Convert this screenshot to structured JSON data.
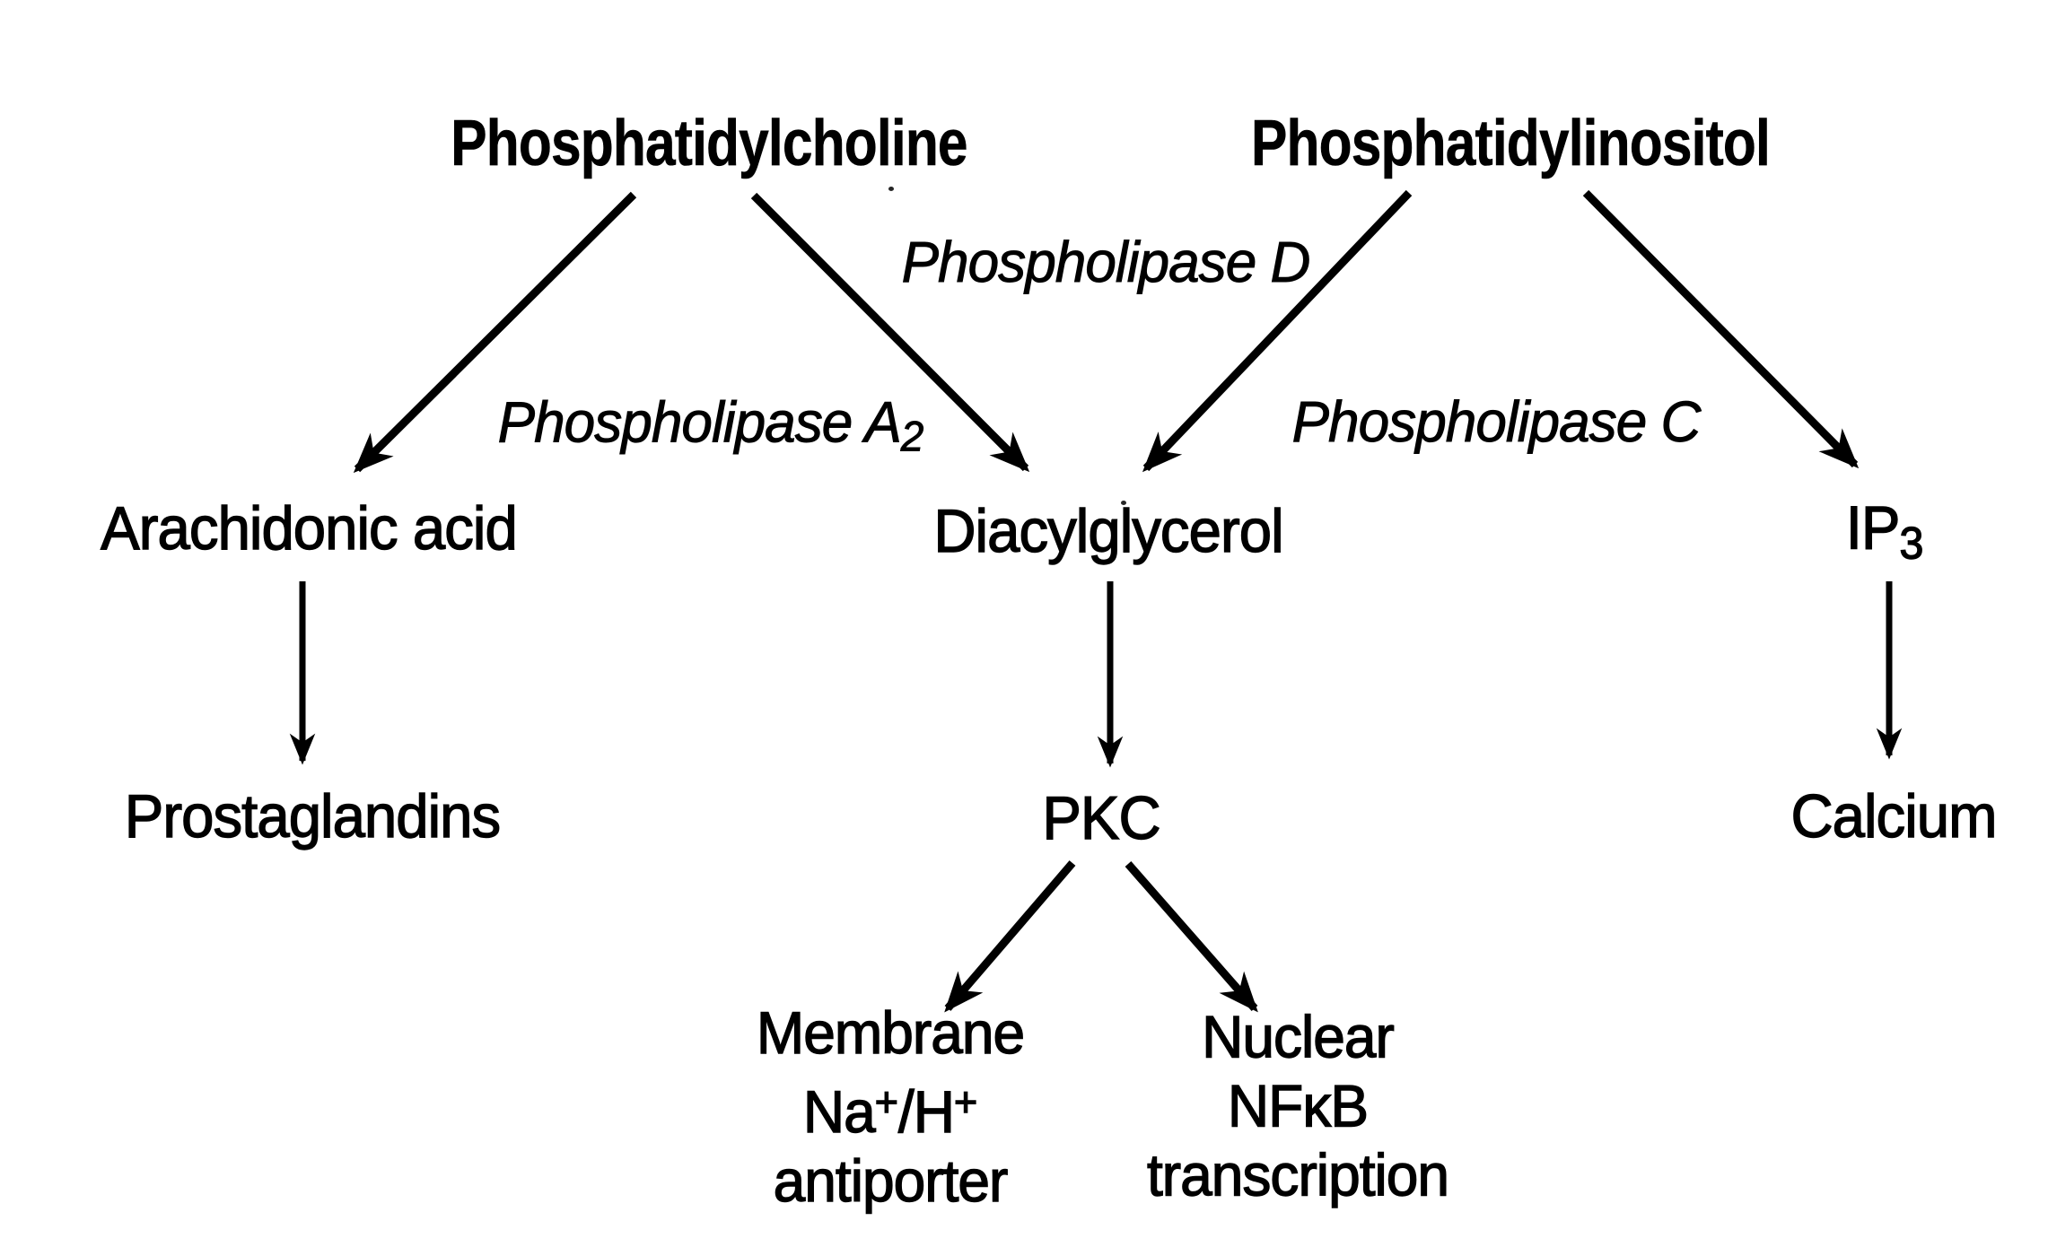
{
  "colors": {
    "ink": "#000000",
    "background": "#ffffff"
  },
  "nodes": {
    "phosphatidylcholine": {
      "label": "Phosphatidylcholine"
    },
    "phosphatidylinositol": {
      "label": "Phosphatidylinositol"
    },
    "arachidonic_acid": {
      "label": "Arachidonic acid"
    },
    "diacylglycerol": {
      "label": "Diacylglycerol"
    },
    "ip3": {
      "base": "IP",
      "sub": "3"
    },
    "prostaglandins": {
      "label": "Prostaglandins"
    },
    "pkc": {
      "label": "PKC"
    },
    "calcium": {
      "label": "Calcium"
    },
    "membrane_antiporter": {
      "line1": "Membrane",
      "na": "Na",
      "na_sup": "+",
      "h": "/H",
      "h_sup": "+",
      "line3": "antiporter"
    },
    "nuclear_nfkb": {
      "line1": "Nuclear",
      "line2": "NFκB",
      "line3": "transcription"
    }
  },
  "enzymes": {
    "phospholipase_a2": {
      "base": "Phospholipase A",
      "sub": "2"
    },
    "phospholipase_d": {
      "label": "Phospholipase D"
    },
    "phospholipase_c": {
      "label": "Phospholipase C"
    }
  },
  "edges": [
    {
      "from": "Phosphatidylcholine",
      "to": "Arachidonic acid",
      "label": "Phospholipase A₂"
    },
    {
      "from": "Phosphatidylcholine",
      "to": "Diacylglycerol",
      "label": "Phospholipase D"
    },
    {
      "from": "Phosphatidylinositol",
      "to": "Diacylglycerol",
      "label": "Phospholipase C"
    },
    {
      "from": "Phosphatidylinositol",
      "to": "IP₃",
      "label": ""
    },
    {
      "from": "Arachidonic acid",
      "to": "Prostaglandins",
      "label": ""
    },
    {
      "from": "Diacylglycerol",
      "to": "PKC",
      "label": ""
    },
    {
      "from": "IP₃",
      "to": "Calcium",
      "label": ""
    },
    {
      "from": "PKC",
      "to": "Membrane Na⁺/H⁺ antiporter",
      "label": ""
    },
    {
      "from": "PKC",
      "to": "Nuclear NFκB transcription",
      "label": ""
    }
  ]
}
